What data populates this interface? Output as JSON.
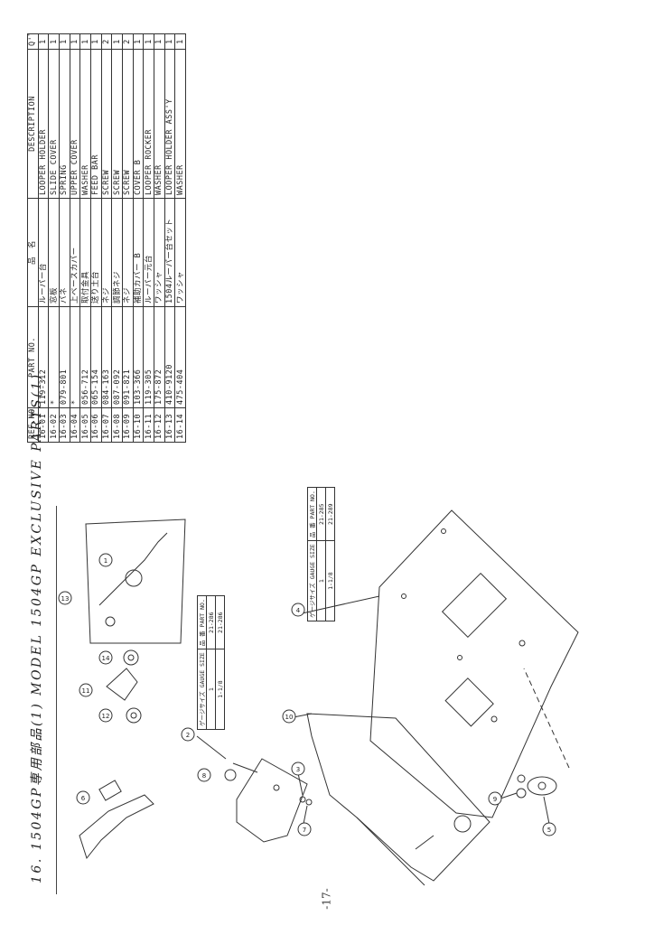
{
  "title": "16. 1504GP専用部品(1)  MODEL 1504GP EXCLUSIVE PARTS(1)",
  "page_number": "-17-",
  "parts_table": {
    "headers": {
      "ref_no": "REF.NO.",
      "part_no": "PART NO.",
      "name": "品　名",
      "description": "DESCRIPTION",
      "qty": "Q'TY"
    },
    "rows": [
      {
        "ref": "16-01",
        "part": "119-312",
        "name": "ルーパー台",
        "desc": "LOOPER HOLDER",
        "qty": "1"
      },
      {
        "ref": "16-02",
        "part": "*",
        "name": "窓板",
        "desc": "SLIDE COVER",
        "qty": "1"
      },
      {
        "ref": "16-03",
        "part": "079-801",
        "name": "バネ",
        "desc": "SPRING",
        "qty": "1"
      },
      {
        "ref": "16-04",
        "part": "*",
        "name": "上ベースカバー",
        "desc": "UPPER COVER",
        "qty": "1"
      },
      {
        "ref": "16-05",
        "part": "056-712",
        "name": "取付金具",
        "desc": "WASHER",
        "qty": "1"
      },
      {
        "ref": "16-06",
        "part": "065-154",
        "name": "送り土台",
        "desc": "FEED BAR",
        "qty": "1"
      },
      {
        "ref": "16-07",
        "part": "084-163",
        "name": "ネジ",
        "desc": "SCREW",
        "qty": "2"
      },
      {
        "ref": "16-08",
        "part": "087-092",
        "name": "調節ネジ",
        "desc": "SCREW",
        "qty": "1"
      },
      {
        "ref": "16-09",
        "part": "091-821",
        "name": "ネジ",
        "desc": "SCREW",
        "qty": "2"
      },
      {
        "ref": "16-10",
        "part": "103-366",
        "name": "補助カバー B",
        "desc": "COVER B",
        "qty": "1"
      },
      {
        "ref": "16-11",
        "part": "119-305",
        "name": "ルーパー元台",
        "desc": "LOOPER ROCKER",
        "qty": "1"
      },
      {
        "ref": "16-12",
        "part": "175-872",
        "name": "ワッシャ",
        "desc": "WASHER",
        "qty": "1"
      },
      {
        "ref": "16-13",
        "part": "410-9120",
        "name": "1504ルーパー台セット",
        "desc": "LOOPER HOLDER ASS'Y",
        "qty": "1"
      },
      {
        "ref": "16-14",
        "part": "475-404",
        "name": "ワッシャ",
        "desc": "WASHER",
        "qty": "1"
      }
    ]
  },
  "gauge_table_2": {
    "header_size": "ゲージサイズ GAUGE SIZE",
    "header_part": "品 番 PART NO.",
    "rows": [
      {
        "size": "1",
        "part": "21-286"
      },
      {
        "size": "1-1/8",
        "part": "21-286"
      }
    ]
  },
  "gauge_table_4": {
    "header_size": "ゲージサイズ GAUGE SIZE",
    "header_part": "品 番 PART NO.",
    "rows": [
      {
        "size": "1",
        "part": "21-285"
      },
      {
        "size": "1-1/8",
        "part": "21-289"
      }
    ]
  },
  "callouts": [
    "1",
    "2",
    "3",
    "4",
    "5",
    "6",
    "7",
    "8",
    "9",
    "10",
    "11",
    "12",
    "13",
    "14"
  ]
}
